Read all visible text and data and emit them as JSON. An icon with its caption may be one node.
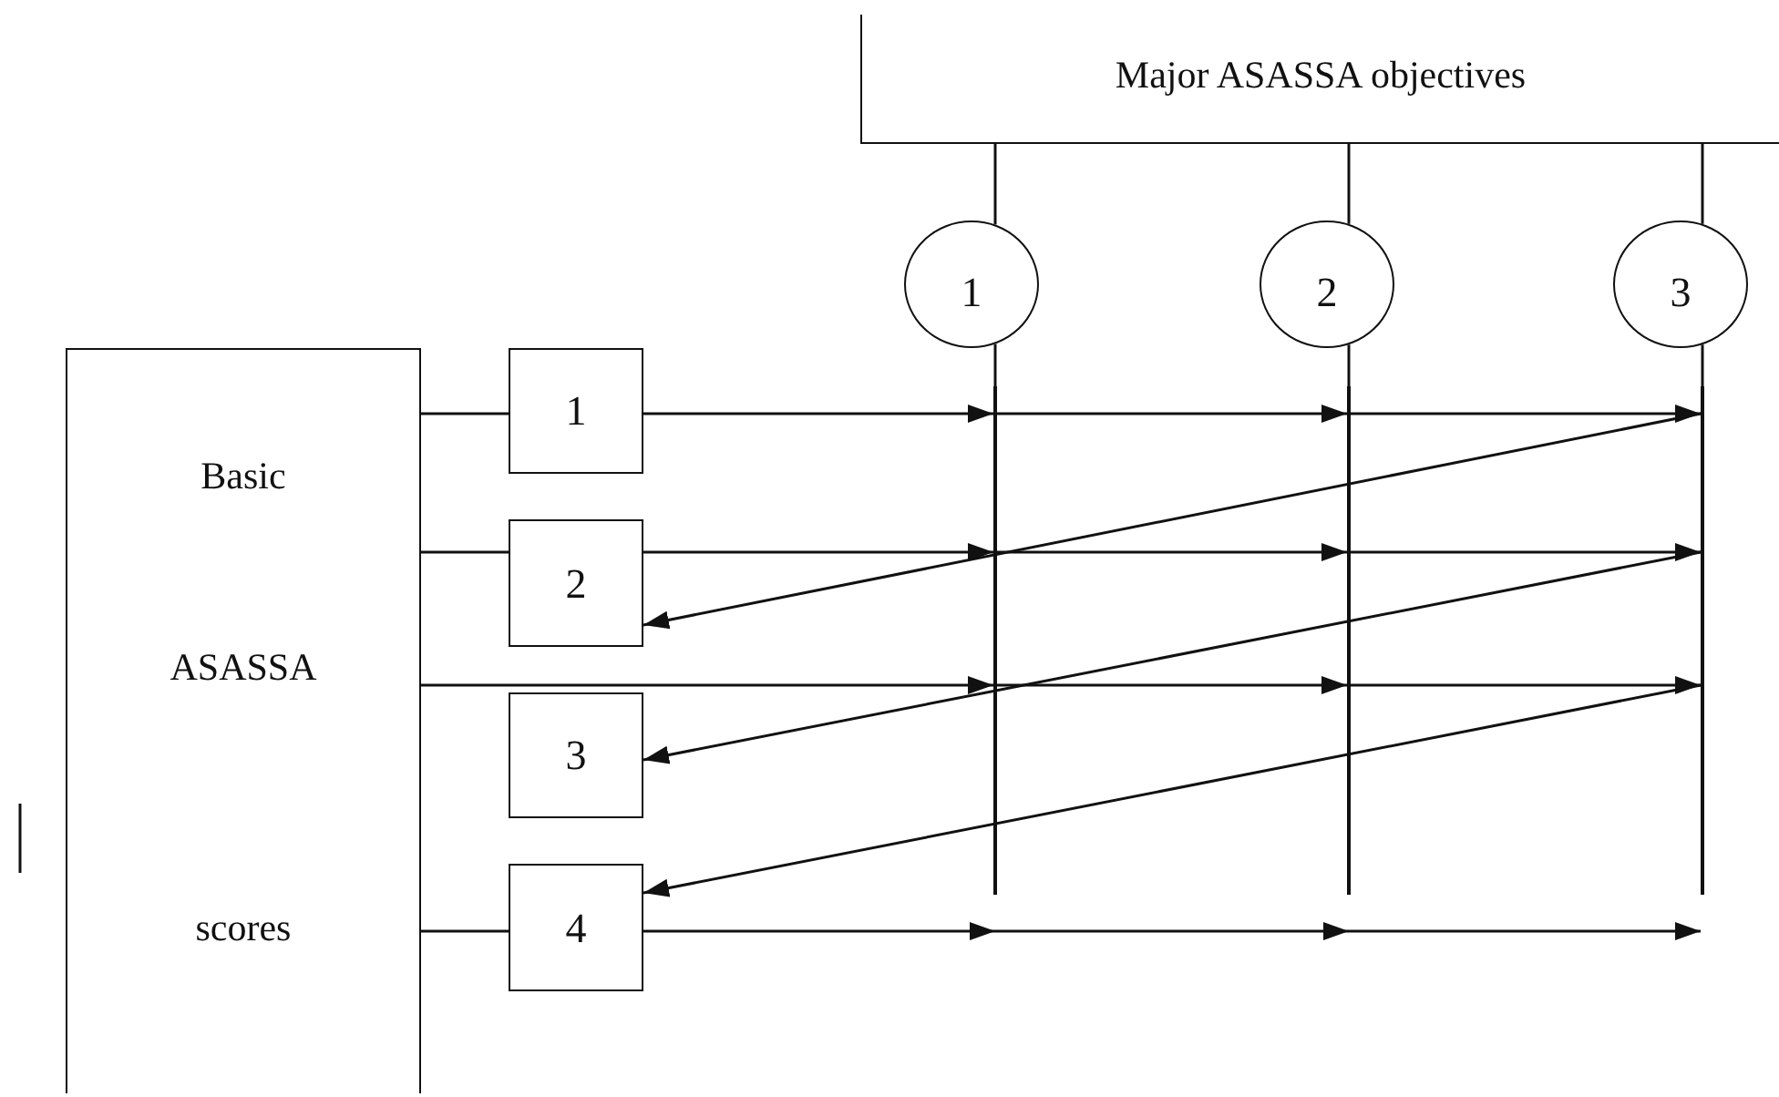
{
  "diagram": {
    "nodes": [
      {
        "text": [
          "Major ASASSA objectives"
        ]
      },
      {
        "text": [
          "1"
        ]
      },
      {
        "text": [
          "2"
        ]
      },
      {
        "text": [
          "3"
        ]
      },
      {
        "text": [],
        "shape": "bar"
      },
      {
        "text": [],
        "shape": "bar"
      },
      {
        "text": [],
        "shape": "bar"
      },
      {
        "text": [
          "Basic",
          "ASASSA",
          "scores"
        ]
      },
      {
        "text": [
          "1"
        ]
      },
      {
        "text": [
          "2"
        ]
      },
      {
        "text": [
          "3"
        ]
      },
      {
        "text": [
          "4"
        ]
      }
    ],
    "edges": [
      {
        "from": 0,
        "to": 1,
        "arrow": "none"
      },
      {
        "from": 0,
        "to": 2,
        "arrow": "none"
      },
      {
        "from": 0,
        "to": 3,
        "arrow": "none"
      },
      {
        "from": 1,
        "to": 4,
        "arrow": "none"
      },
      {
        "from": 2,
        "to": 5,
        "arrow": "none"
      },
      {
        "from": 3,
        "to": 6,
        "arrow": "none"
      },
      {
        "from": 7,
        "to": 8,
        "arrow": "none"
      },
      {
        "from": 8,
        "to": 4,
        "arrow": "to"
      },
      {
        "from": 4,
        "to": 5,
        "arrow": "to"
      },
      {
        "from": 5,
        "to": 6,
        "arrow": "to"
      },
      {
        "from": 7,
        "to": 9,
        "arrow": "none"
      },
      {
        "from": 9,
        "to": 4,
        "arrow": "to"
      },
      {
        "from": 4,
        "to": 5,
        "arrow": "to"
      },
      {
        "from": 5,
        "to": 6,
        "arrow": "to"
      },
      {
        "from": 7,
        "to": 4,
        "arrow": "to"
      },
      {
        "from": 4,
        "to": 5,
        "arrow": "to"
      },
      {
        "from": 5,
        "to": 6,
        "arrow": "to"
      },
      {
        "from": 7,
        "to": 11,
        "arrow": "none"
      },
      {
        "from": 11,
        "to": 6,
        "arrow": "to"
      },
      {
        "from": 6,
        "to": 9,
        "arrow": "to"
      },
      {
        "from": 6,
        "to": 10,
        "arrow": "to"
      },
      {
        "from": 6,
        "to": 11,
        "arrow": "to"
      }
    ]
  }
}
